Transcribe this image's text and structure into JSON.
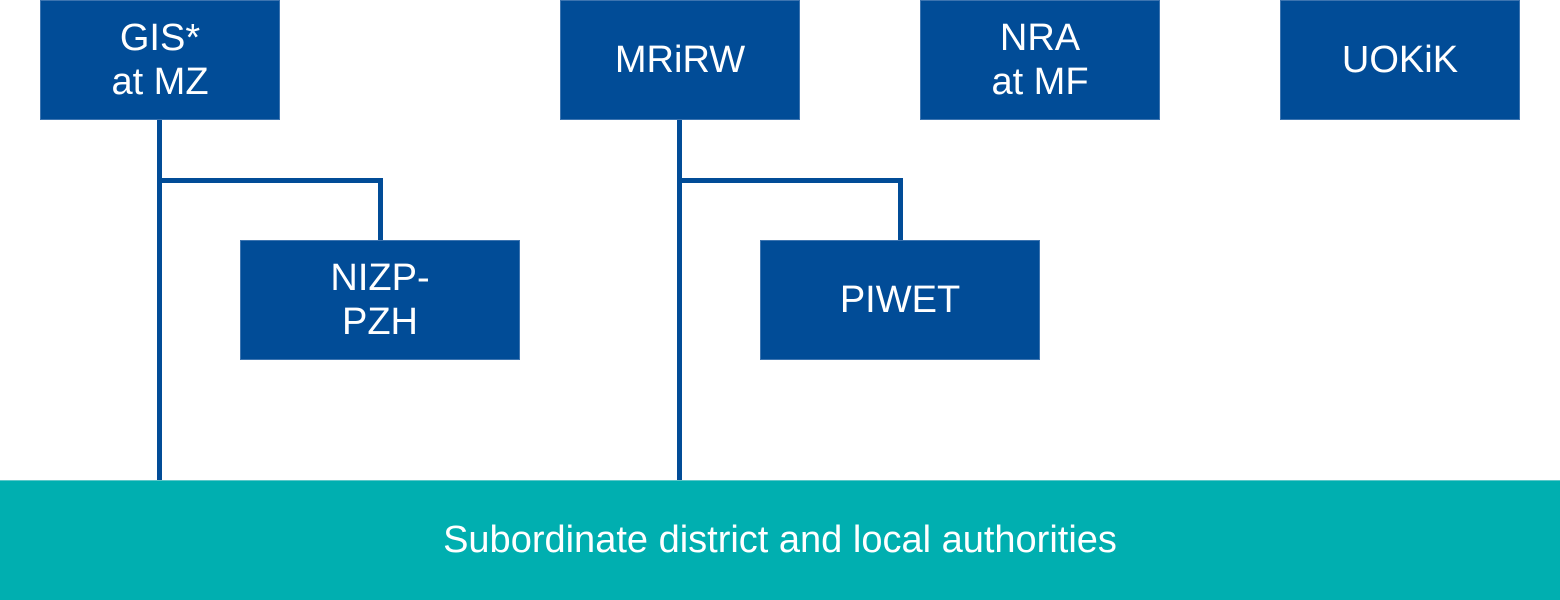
{
  "colors": {
    "box": "#014C97",
    "connector": "#014C97",
    "base": "#00AFB0",
    "text": "#FFFFFF"
  },
  "top_boxes": [
    {
      "id": "gis",
      "label": "GIS*\nat MZ"
    },
    {
      "id": "mrirw",
      "label": "MRiRW"
    },
    {
      "id": "nra",
      "label": "NRA\nat MF"
    },
    {
      "id": "uokik",
      "label": "UOKiK"
    }
  ],
  "child_boxes": [
    {
      "id": "nizp",
      "parent": "gis",
      "label": "NIZP-\nPZH"
    },
    {
      "id": "piwet",
      "parent": "mrirw",
      "label": "PIWET"
    }
  ],
  "base_bar": {
    "label": "Subordinate district and local authorities"
  }
}
